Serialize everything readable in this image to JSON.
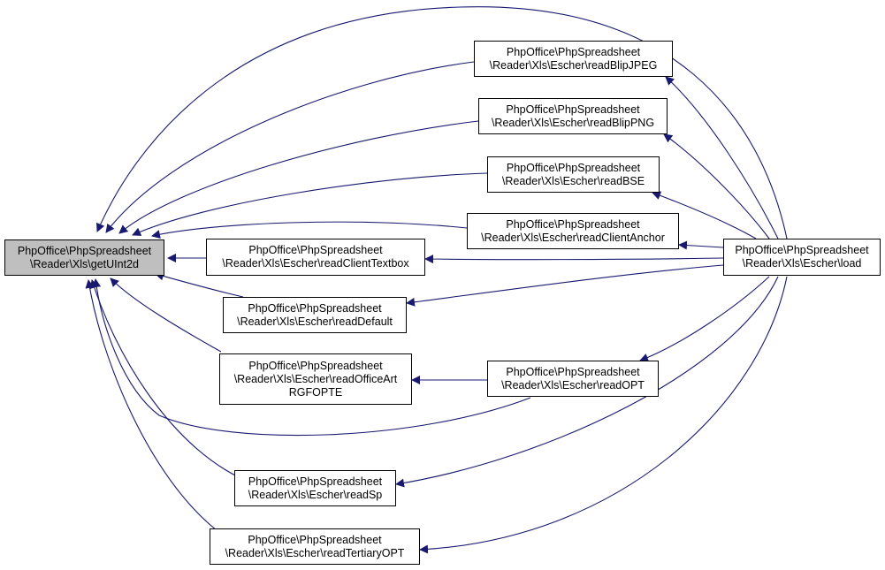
{
  "colors": {
    "edge": "#191970",
    "root_fill": "#bfbfbf",
    "node_fill": "#ffffff",
    "border": "#000000"
  },
  "nodes": {
    "getUInt2d": {
      "line1": "PhpOffice\\PhpSpreadsheet",
      "line2": "\\Reader\\Xls\\getUInt2d"
    },
    "readBlipJPEG": {
      "line1": "PhpOffice\\PhpSpreadsheet",
      "line2": "\\Reader\\Xls\\Escher\\readBlipJPEG"
    },
    "readBlipPNG": {
      "line1": "PhpOffice\\PhpSpreadsheet",
      "line2": "\\Reader\\Xls\\Escher\\readBlipPNG"
    },
    "readBSE": {
      "line1": "PhpOffice\\PhpSpreadsheet",
      "line2": "\\Reader\\Xls\\Escher\\readBSE"
    },
    "readClientAnchor": {
      "line1": "PhpOffice\\PhpSpreadsheet",
      "line2": "\\Reader\\Xls\\Escher\\readClientAnchor"
    },
    "readClientTextbox": {
      "line1": "PhpOffice\\PhpSpreadsheet",
      "line2": "\\Reader\\Xls\\Escher\\readClientTextbox"
    },
    "readDefault": {
      "line1": "PhpOffice\\PhpSpreadsheet",
      "line2": "\\Reader\\Xls\\Escher\\readDefault"
    },
    "readOfficeArtRGFOPTE": {
      "line1": "PhpOffice\\PhpSpreadsheet",
      "line2": "\\Reader\\Xls\\Escher\\readOfficeArt",
      "line3": "RGFOPTE"
    },
    "readOPT": {
      "line1": "PhpOffice\\PhpSpreadsheet",
      "line2": "\\Reader\\Xls\\Escher\\readOPT"
    },
    "readSp": {
      "line1": "PhpOffice\\PhpSpreadsheet",
      "line2": "\\Reader\\Xls\\Escher\\readSp"
    },
    "readTertiaryOPT": {
      "line1": "PhpOffice\\PhpSpreadsheet",
      "line2": "\\Reader\\Xls\\Escher\\readTertiaryOPT"
    },
    "load": {
      "line1": "PhpOffice\\PhpSpreadsheet",
      "line2": "\\Reader\\Xls\\Escher\\load"
    }
  },
  "edges": [
    {
      "from": "load",
      "to": "getUInt2d"
    },
    {
      "from": "readBlipJPEG",
      "to": "getUInt2d"
    },
    {
      "from": "readBlipPNG",
      "to": "getUInt2d"
    },
    {
      "from": "readBSE",
      "to": "getUInt2d"
    },
    {
      "from": "readClientAnchor",
      "to": "getUInt2d"
    },
    {
      "from": "readClientTextbox",
      "to": "getUInt2d"
    },
    {
      "from": "readDefault",
      "to": "getUInt2d"
    },
    {
      "from": "readOfficeArtRGFOPTE",
      "to": "getUInt2d"
    },
    {
      "from": "readOPT",
      "to": "getUInt2d"
    },
    {
      "from": "readSp",
      "to": "getUInt2d"
    },
    {
      "from": "readTertiaryOPT",
      "to": "getUInt2d"
    },
    {
      "from": "load",
      "to": "readBlipJPEG"
    },
    {
      "from": "load",
      "to": "readBlipPNG"
    },
    {
      "from": "load",
      "to": "readBSE"
    },
    {
      "from": "load",
      "to": "readClientAnchor"
    },
    {
      "from": "load",
      "to": "readClientTextbox"
    },
    {
      "from": "load",
      "to": "readDefault"
    },
    {
      "from": "load",
      "to": "readOPT"
    },
    {
      "from": "load",
      "to": "readSp"
    },
    {
      "from": "load",
      "to": "readTertiaryOPT"
    },
    {
      "from": "readOPT",
      "to": "readOfficeArtRGFOPTE"
    }
  ]
}
